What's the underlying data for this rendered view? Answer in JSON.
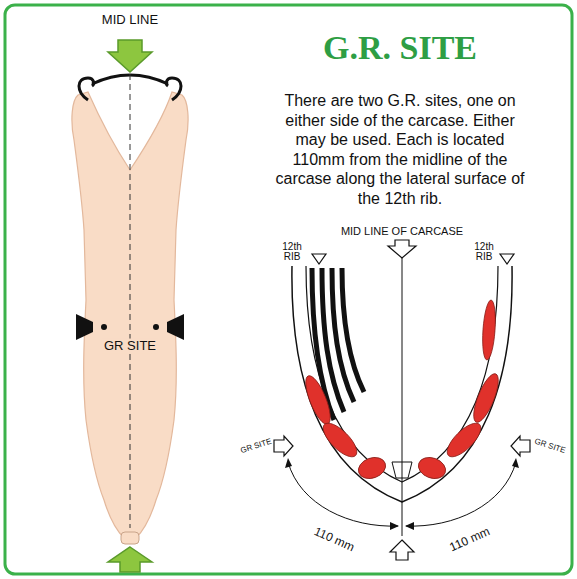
{
  "diagram": {
    "title": "G.R. SITE",
    "labels": [
      "MID LINE",
      "GR SITE",
      "There are two G.R. sites, one on either side of the carcase. Either may be used. Each is located 110mm from the midline of the carcase along the lateral surface of the 12th rib.",
      "MID LINE OF CARCASE",
      "12th RIB",
      "12th RIB",
      "GR SITE",
      "GR SITE",
      "110 mm",
      "110 mm"
    ]
  }
}
